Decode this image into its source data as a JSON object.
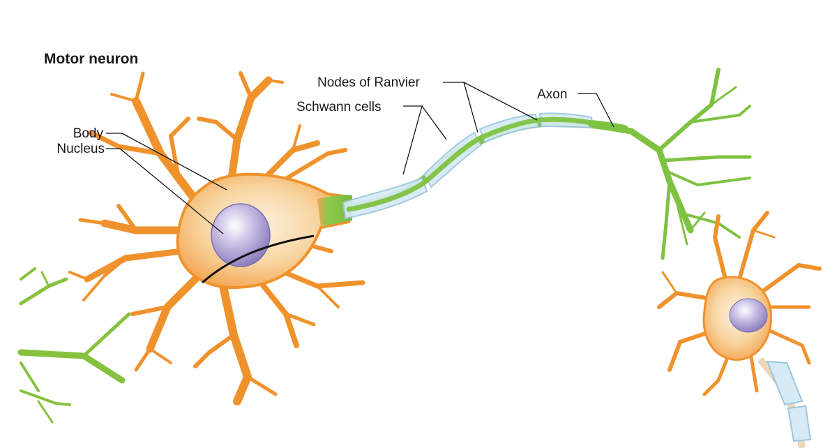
{
  "diagram": {
    "title": "Motor neuron",
    "labels": {
      "body": "Body",
      "nucleus": "Nucleus",
      "nodes_of_ranvier": "Nodes of Ranvier",
      "schwann_cells": "Schwann cells",
      "axon": "Axon"
    }
  },
  "colors": {
    "cell_orange": "#f0922c",
    "cell_body_light": "#f8d9a8",
    "nucleus": "#9d8fc8",
    "axon_green": "#7fc241",
    "myelin_blue": "#cfe6f3",
    "leader_line": "#111111"
  }
}
